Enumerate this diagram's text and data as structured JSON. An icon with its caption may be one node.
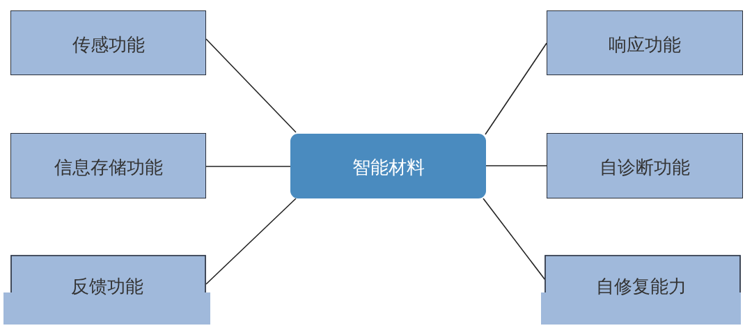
{
  "diagram": {
    "nodes": [
      {
        "text": [
          "传感功能"
        ]
      },
      {
        "text": [
          "响应功能"
        ]
      },
      {
        "text": [
          "信息存储功能"
        ]
      },
      {
        "text": [
          "智能材料"
        ]
      },
      {
        "text": [
          "自诊断功能"
        ]
      },
      {
        "text": [
          "反馈功能"
        ]
      },
      {
        "text": [
          "自修复能力"
        ]
      }
    ],
    "edges": [
      {
        "from": 3,
        "to": 0,
        "arrow": "none"
      },
      {
        "from": 3,
        "to": 1,
        "arrow": "none"
      },
      {
        "from": 3,
        "to": 2,
        "arrow": "none"
      },
      {
        "from": 3,
        "to": 4,
        "arrow": "none"
      },
      {
        "from": 3,
        "to": 5,
        "arrow": "none"
      },
      {
        "from": 3,
        "to": 6,
        "arrow": "none"
      }
    ]
  }
}
